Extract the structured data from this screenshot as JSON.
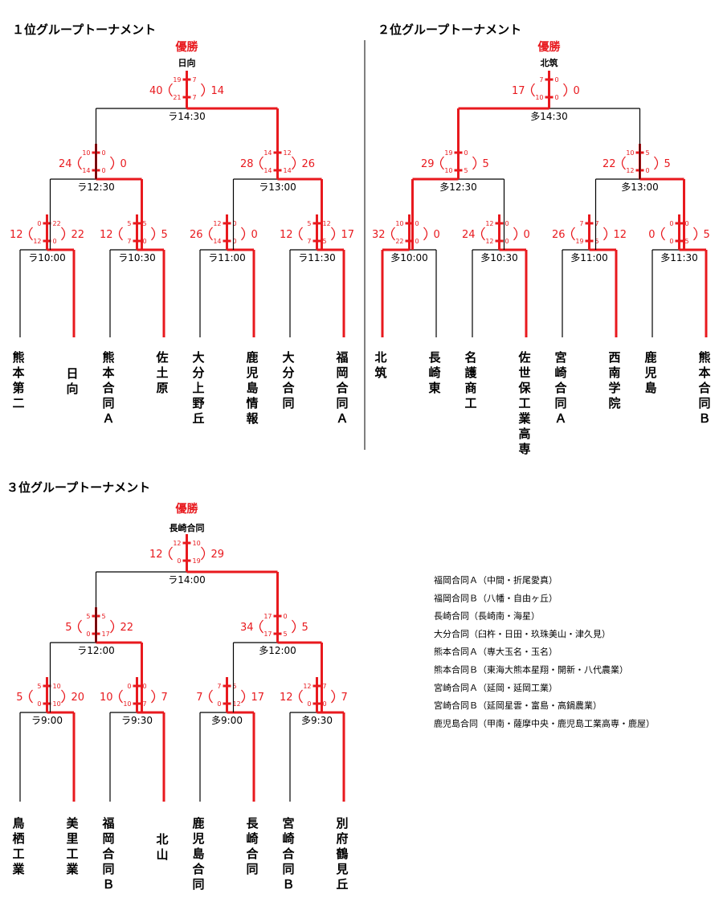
{
  "groups": [
    {
      "title": "１位グループトーナメント",
      "winner_label": "優勝",
      "champion": "日向",
      "teams": [
        "熊本第二",
        "日向",
        "熊本合同Ａ",
        "佐土原",
        "大分上野丘",
        "鹿児島情報",
        "大分合同",
        "福岡合同Ａ"
      ],
      "winners": [
        1,
        2,
        4,
        7,
        1,
        3,
        2
      ],
      "matches": [
        {
          "time": "ラ10:00",
          "left": "12",
          "right": "22",
          "halves": [
            [
              "0",
              "22"
            ],
            [
              "12",
              "0"
            ]
          ]
        },
        {
          "time": "ラ10:30",
          "left": "12",
          "right": "5",
          "halves": [
            [
              "5",
              "5"
            ],
            [
              "7",
              "0"
            ]
          ]
        },
        {
          "time": "ラ11:00",
          "left": "26",
          "right": "0",
          "halves": [
            [
              "12",
              "0"
            ],
            [
              "14",
              "0"
            ]
          ]
        },
        {
          "time": "ラ11:30",
          "left": "12",
          "right": "17",
          "halves": [
            [
              "5",
              "12"
            ],
            [
              "7",
              "5"
            ]
          ]
        },
        {
          "time": "ラ12:30",
          "left": "24",
          "right": "0",
          "halves": [
            [
              "10",
              "0"
            ],
            [
              "14",
              "0"
            ]
          ]
        },
        {
          "time": "ラ13:00",
          "left": "28",
          "right": "26",
          "halves": [
            [
              "14",
              "12"
            ],
            [
              "14",
              "14"
            ]
          ]
        },
        {
          "time": "ラ14:30",
          "left": "40",
          "right": "14",
          "halves": [
            [
              "19",
              "7"
            ],
            [
              "21",
              "7"
            ]
          ]
        }
      ]
    },
    {
      "title": "２位グループトーナメント",
      "winner_label": "優勝",
      "champion": "北筑",
      "teams": [
        "北筑",
        "長崎東",
        "名護商工",
        "佐世保工業高専",
        "宮崎合同Ａ",
        "西南学院",
        "鹿児島",
        "熊本合同Ｂ"
      ],
      "winners": [
        0,
        2,
        4,
        7,
        0,
        2,
        0
      ],
      "matches": [
        {
          "time": "多10:00",
          "left": "32",
          "right": "0",
          "halves": [
            [
              "10",
              "0"
            ],
            [
              "22",
              "0"
            ]
          ]
        },
        {
          "time": "多10:30",
          "left": "24",
          "right": "0",
          "halves": [
            [
              "12",
              "0"
            ],
            [
              "12",
              "0"
            ]
          ]
        },
        {
          "time": "多11:00",
          "left": "26",
          "right": "12",
          "halves": [
            [
              "7",
              "7"
            ],
            [
              "19",
              "5"
            ]
          ]
        },
        {
          "time": "多11:30",
          "left": "0",
          "right": "5",
          "halves": [
            [
              "0",
              "0"
            ],
            [
              "0",
              "5"
            ]
          ]
        },
        {
          "time": "多12:30",
          "left": "29",
          "right": "5",
          "halves": [
            [
              "19",
              "0"
            ],
            [
              "10",
              "5"
            ]
          ]
        },
        {
          "time": "多13:00",
          "left": "22",
          "right": "5",
          "halves": [
            [
              "10",
              "5"
            ],
            [
              "12",
              "0"
            ]
          ]
        },
        {
          "time": "多14:30",
          "left": "17",
          "right": "0",
          "halves": [
            [
              "7",
              "0"
            ],
            [
              "10",
              "0"
            ]
          ]
        }
      ]
    },
    {
      "title": "３位グループトーナメント",
      "winner_label": "優勝",
      "champion": "長崎合同",
      "teams": [
        "鳥栖工業",
        "美里工業",
        "福岡合同Ｂ",
        "北山",
        "鹿児島合同",
        "長崎合同",
        "宮崎合同Ｂ",
        "別府鶴見丘"
      ],
      "winners": [
        1,
        2,
        5,
        6,
        1,
        2,
        3
      ],
      "matches": [
        {
          "time": "ラ9:00",
          "left": "5",
          "right": "20",
          "halves": [
            [
              "5",
              "10"
            ],
            [
              "0",
              "10"
            ]
          ]
        },
        {
          "time": "ラ9:30",
          "left": "10",
          "right": "7",
          "halves": [
            [
              "0",
              "0"
            ],
            [
              "10",
              "7"
            ]
          ]
        },
        {
          "time": "多9:00",
          "left": "7",
          "right": "17",
          "halves": [
            [
              "7",
              "5"
            ],
            [
              "0",
              "12"
            ]
          ]
        },
        {
          "time": "多9:30",
          "left": "12",
          "right": "7",
          "halves": [
            [
              "12",
              "7"
            ],
            [
              "0",
              "0"
            ]
          ]
        },
        {
          "time": "ラ12:00",
          "left": "5",
          "right": "22",
          "halves": [
            [
              "5",
              "5"
            ],
            [
              "0",
              "17"
            ]
          ]
        },
        {
          "time": "多12:00",
          "left": "34",
          "right": "5",
          "halves": [
            [
              "17",
              "0"
            ],
            [
              "17",
              "5"
            ]
          ]
        },
        {
          "time": "ラ14:00",
          "left": "12",
          "right": "29",
          "halves": [
            [
              "12",
              "10"
            ],
            [
              "0",
              "19"
            ]
          ]
        }
      ]
    }
  ],
  "notes": [
    "福岡合同Ａ（中間・折尾愛真）",
    "福岡合同Ｂ（八幡・自由ヶ丘）",
    "長崎合同（長崎南・海星）",
    "大分合同（臼杵・日田・玖珠美山・津久見）",
    "熊本合同Ａ（専大玉名・玉名）",
    "熊本合同Ｂ（東海大熊本星翔・開新・八代農業）",
    "宮崎合同Ａ（延岡・延岡工業）",
    "宮崎合同Ｂ（延岡星雲・富島・高鍋農業）",
    "鹿児島合同（甲南・薩摩中央・鹿児島工業高専・鹿屋）"
  ],
  "colors": {
    "win_line": "#e8191e",
    "line": "#000000"
  }
}
